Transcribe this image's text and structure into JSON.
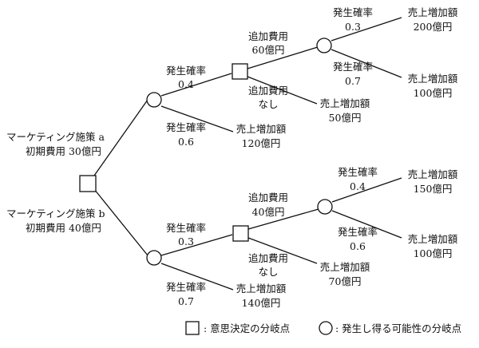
{
  "strategies": [
    {
      "name": "マーケティング施策 a",
      "cost": "初期費用 30億円",
      "branches": [
        {
          "prob_title": "発生確率",
          "prob": "0.4",
          "decision": {
            "options": [
              {
                "line1": "追加費用",
                "line2": "60億円",
                "outcomes": [
                  {
                    "prob_title": "発生確率",
                    "prob": "0.3",
                    "title": "売上増加額",
                    "amount": "200億円"
                  },
                  {
                    "prob_title": "発生確率",
                    "prob": "0.7",
                    "title": "売上増加額",
                    "amount": "100億円"
                  }
                ]
              },
              {
                "line1": "追加費用",
                "line2": "なし",
                "outcome": {
                  "title": "売上増加額",
                  "amount": "50億円"
                }
              }
            ]
          }
        },
        {
          "prob_title": "発生確率",
          "prob": "0.6",
          "outcome": {
            "title": "売上増加額",
            "amount": "120億円"
          }
        }
      ]
    },
    {
      "name": "マーケティング施策 b",
      "cost": "初期費用 40億円",
      "branches": [
        {
          "prob_title": "発生確率",
          "prob": "0.3",
          "decision": {
            "options": [
              {
                "line1": "追加費用",
                "line2": "40億円",
                "outcomes": [
                  {
                    "prob_title": "発生確率",
                    "prob": "0.4",
                    "title": "売上増加額",
                    "amount": "150億円"
                  },
                  {
                    "prob_title": "発生確率",
                    "prob": "0.6",
                    "title": "売上増加額",
                    "amount": "100億円"
                  }
                ]
              },
              {
                "line1": "追加費用",
                "line2": "なし",
                "outcome": {
                  "title": "売上増加額",
                  "amount": "70億円"
                }
              }
            ]
          }
        },
        {
          "prob_title": "発生確率",
          "prob": "0.7",
          "outcome": {
            "title": "売上増加額",
            "amount": "140億円"
          }
        }
      ]
    }
  ],
  "legend": {
    "decision": ": 意思決定の分岐点",
    "chance": ": 発生し得る可能性の分岐点"
  }
}
